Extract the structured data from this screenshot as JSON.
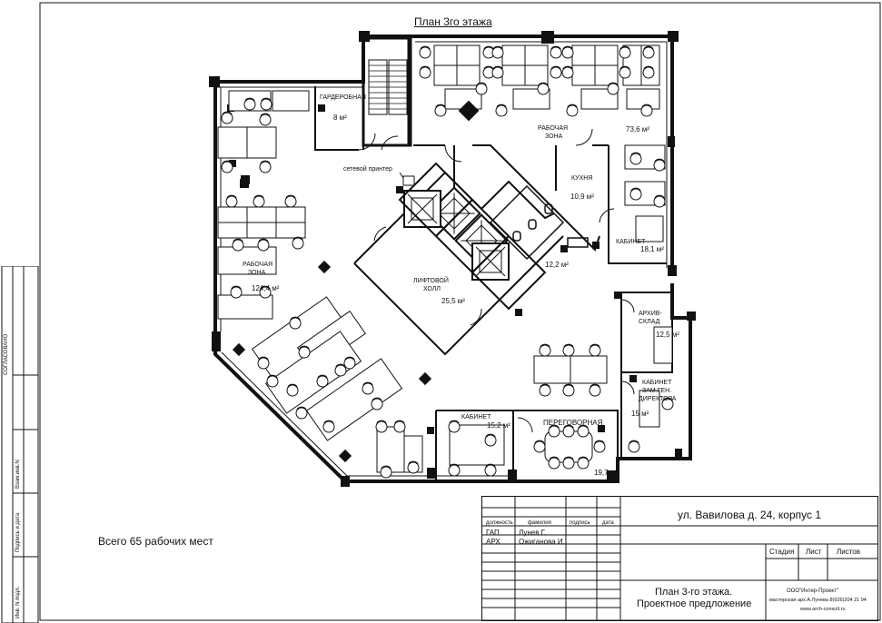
{
  "title": "План 3го этажа",
  "rooms": {
    "wardrobe": {
      "name": "ГАРДЕРОБНАЯ",
      "area": "8 м²"
    },
    "work_zone_top": {
      "name_line1": "РАБОЧАЯ",
      "name_line2": "ЗОНА",
      "area": "73,6 м²"
    },
    "printer": "сетевой принтер",
    "kitchen": {
      "name": "КУХНЯ",
      "area": "10,9 м²"
    },
    "office_right": {
      "name": "КАБИНЕТ",
      "area": "18,1 м²"
    },
    "wc": {
      "area": "12,2 м²"
    },
    "work_zone_left": {
      "name_line1": "РАБОЧАЯ",
      "name_line2": "ЗОНА",
      "area": "124,4 м²"
    },
    "lift_hall": {
      "name_line1": "ЛИФТОВОЙ",
      "name_line2": "ХОЛЛ",
      "area": "25,5 м²"
    },
    "archive": {
      "name_line1": "АРХИВ-",
      "name_line2": "СКЛАД",
      "area": "12,5 м²"
    },
    "deputy_office": {
      "name_line1": "КАБИНЕТ",
      "name_line2": "ЗАМ.ГЕН.",
      "name_line3": "ДИРЕКТОРА",
      "area": "15 м²"
    },
    "office_bottom": {
      "name": "КАБИНЕТ",
      "area": "15,2 м²"
    },
    "meeting": {
      "name": "ПЕРЕГОВОРНАЯ",
      "area": "19,7 м²"
    }
  },
  "total_workplaces": "Всего 65 рабочих мест",
  "stamp": {
    "address": "ул. Вавилова д. 24, корпус 1",
    "col_position": "должность",
    "col_surname": "фамилия",
    "col_signature": "подпись",
    "col_date": "дата",
    "rows": [
      {
        "position": "ГАП",
        "surname": "Лунев Г."
      },
      {
        "position": "АРХ",
        "surname": "Ожиганова И."
      }
    ],
    "stage": "Стадия",
    "sheet": "Лист",
    "sheets": "Листов",
    "doc_title_line1": "План 3-го этажа.",
    "doc_title_line2": "Проектное предложение",
    "company": "ООО\"Интер-Проект\"",
    "company_details": "мастерская арх.А.Лунева 8(926)204 21 94",
    "company_site": "www.arch-consult.ru"
  },
  "side_strip": {
    "agreed": "СОГЛАСОВАНО",
    "inv_replace": "Взам.инв.N",
    "sign_date": "Подпись и дата",
    "inv_orig": "Инв. N подл."
  }
}
